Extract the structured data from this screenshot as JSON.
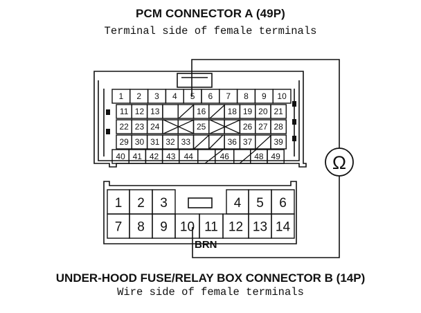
{
  "pcm_connector": {
    "title": "PCM CONNECTOR A (49P)",
    "subtitle": "Terminal side of female terminals",
    "rows": [
      [
        "1",
        "2",
        "3",
        "4",
        "5",
        "6",
        "7",
        "8",
        "9",
        "10"
      ],
      [
        "11",
        "12",
        "13",
        "",
        "",
        "16",
        "",
        "18",
        "19",
        "20",
        "21"
      ],
      [
        "22",
        "23",
        "24",
        "",
        "",
        "25",
        "",
        "",
        "26",
        "27",
        "28"
      ],
      [
        "29",
        "30",
        "31",
        "32",
        "33",
        "",
        "",
        "36",
        "37",
        "",
        "39"
      ],
      [
        "40",
        "41",
        "42",
        "43",
        "44",
        "",
        "46",
        "",
        "48",
        "49"
      ]
    ]
  },
  "meter": {
    "symbol": "Ω"
  },
  "fuse_box_connector": {
    "title": "UNDER-HOOD FUSE/RELAY BOX CONNECTOR B (14P)",
    "subtitle": "Wire side of female terminals",
    "top_row": [
      "1",
      "2",
      "3",
      "",
      "",
      "4",
      "5",
      "6"
    ],
    "bottom_row": [
      "7",
      "8",
      "9",
      "10",
      "11",
      "12",
      "13",
      "14"
    ],
    "wire_color": "BRN"
  },
  "colors": {
    "line": "#111111",
    "background": "#ffffff"
  }
}
